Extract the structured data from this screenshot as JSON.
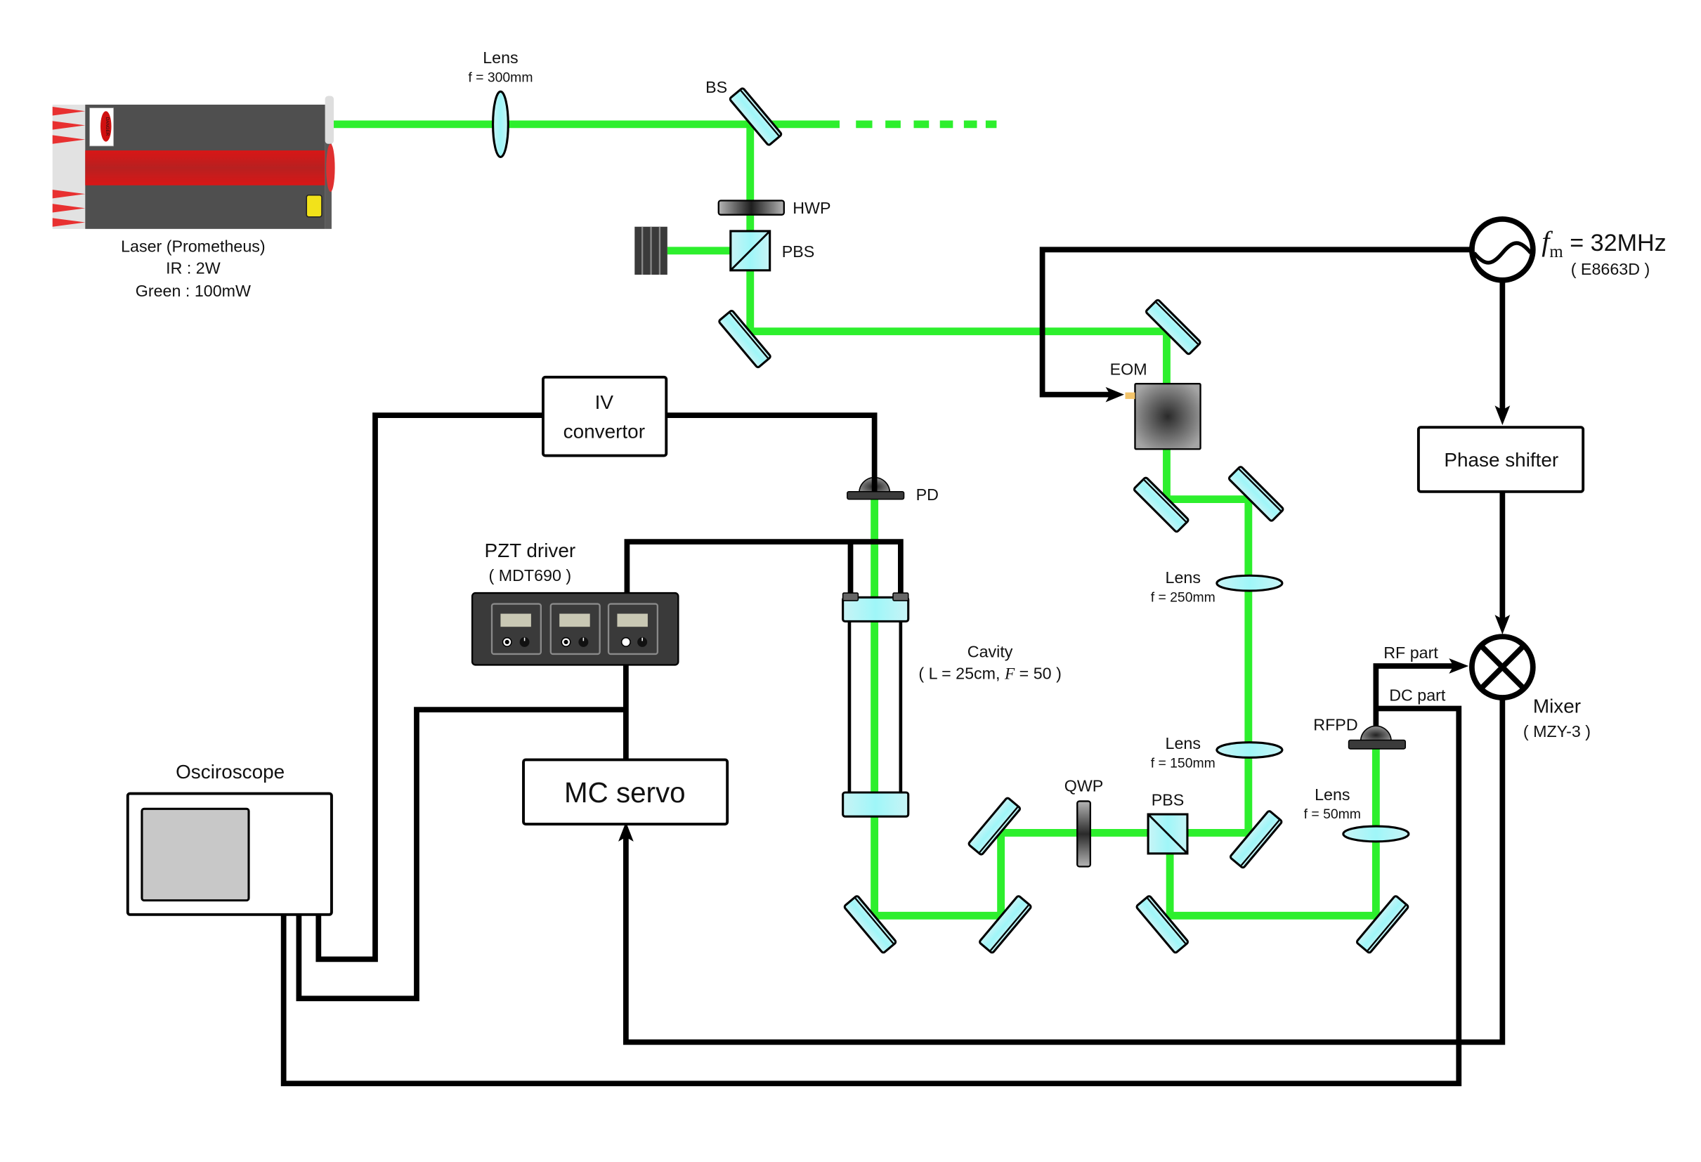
{
  "diagram": {
    "title": "Pound-Drever-Hall mode-cleaner cavity locking setup",
    "colors": {
      "beam": "#22ee22",
      "optic_glass": "#a8f2f5",
      "wire": "#000000",
      "laser_body": "#4f4f4f",
      "laser_stripe": "#d81818",
      "pzt_body": "#3a3a3a",
      "pzt_display": "#c9c8b4",
      "scope_screen": "#c8c8c8"
    },
    "laser": {
      "name": "Laser (Prometheus)",
      "ir_power": "IR : 2W",
      "green_power": "Green : 100mW",
      "danger_label": "DANGER"
    },
    "optics": {
      "lens_300": {
        "name": "Lens",
        "focal": "f = 300mm"
      },
      "bs": {
        "name": "BS"
      },
      "hwp": {
        "name": "HWP"
      },
      "pbs_top": {
        "name": "PBS"
      },
      "eom": {
        "name": "EOM"
      },
      "lens_250": {
        "name": "Lens",
        "focal": "f = 250mm"
      },
      "lens_150": {
        "name": "Lens",
        "focal": "f = 150mm"
      },
      "qwp": {
        "name": "QWP"
      },
      "pbs_bottom": {
        "name": "PBS"
      },
      "lens_50": {
        "name": "Lens",
        "focal": "f = 50mm"
      },
      "pd": {
        "name": "PD"
      },
      "rfpd": {
        "name": "RFPD"
      }
    },
    "cavity": {
      "name": "Cavity",
      "params_prefix": "( L = 25cm, ",
      "finesse_symbol": "F",
      "params_suffix": " = 50 )"
    },
    "electronics": {
      "iv_convertor": {
        "line1": "IV",
        "line2": "convertor"
      },
      "pzt_driver": {
        "name": "PZT driver",
        "model": "( MDT690 )",
        "channels": 3
      },
      "mc_servo": {
        "name": "MC servo"
      },
      "oscilloscope": {
        "name": "Osciroscope"
      },
      "oscillator": {
        "symbol": "f",
        "subscript": "m",
        "value": " = 32MHz",
        "model": "( E8663D )"
      },
      "phase_shifter": {
        "name": "Phase shifter"
      },
      "mixer": {
        "name": "Mixer",
        "model": "( MZY-3 )"
      },
      "rf_part": "RF part",
      "dc_part": "DC part"
    }
  }
}
